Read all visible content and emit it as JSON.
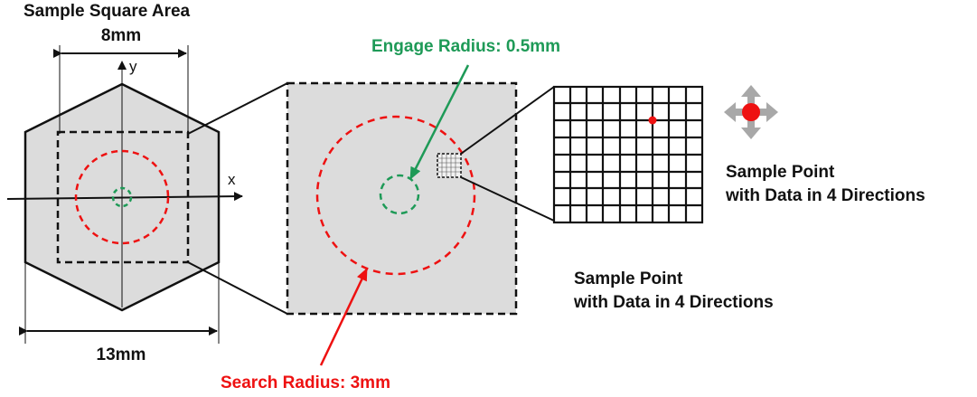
{
  "labels": {
    "sample_area_title": "Sample Square Area",
    "square_width": "8mm",
    "hex_width": "13mm",
    "axis_x": "x",
    "axis_y": "y",
    "engage_radius": "Engage Radius: 0.5mm",
    "search_radius": "Search Radius: 3mm",
    "sample_point_upper_line1": "Sample Point",
    "sample_point_upper_line2": "with Data in 4 Directions",
    "sample_point_lower_line1": "Sample Point",
    "sample_point_lower_line2": "with Data in 4 Directions"
  },
  "colors": {
    "engage": "#1e9a57",
    "search": "#ee1111",
    "fill": "#dcdcdc",
    "line": "#111111",
    "arrow_icon": "#a8a8a8"
  },
  "icons": {
    "direction": "four-direction-arrows-icon"
  }
}
